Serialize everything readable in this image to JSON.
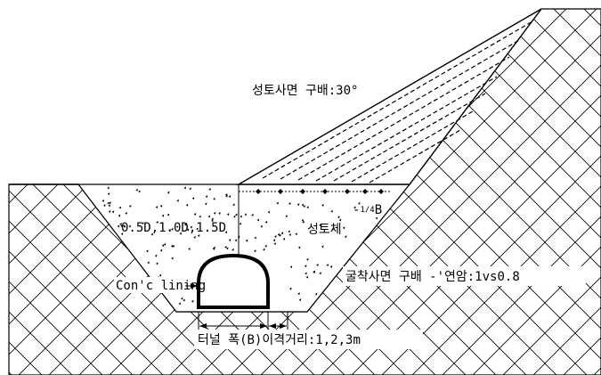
{
  "labels": {
    "fill_slope": "성토사면 구배:30°",
    "fill_body": "성토체",
    "depth_options": "0.5D,1.0D,1.5D",
    "quarter_b_prefix": "-",
    "quarter_b_frac": "1/4",
    "quarter_b_suffix": "B",
    "lining": "Con'c lining",
    "excavation_slope": "굴착사면 구배 -'연암:1vs0.8",
    "width_clearance": "터널 폭(B)이격거리:1,2,3m"
  },
  "colors": {
    "line": "#000000",
    "background": "#ffffff"
  }
}
